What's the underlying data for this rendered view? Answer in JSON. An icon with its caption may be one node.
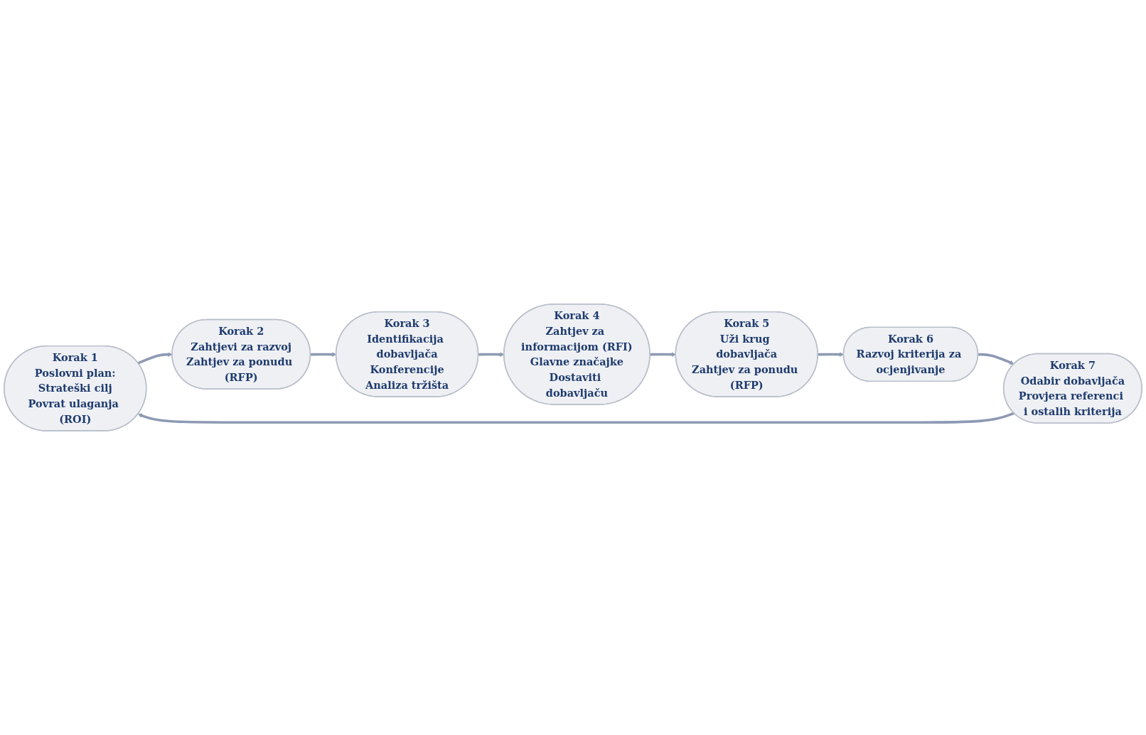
{
  "diagram": {
    "nodes": [
      {
        "text": [
          "Korak 1",
          "Poslovni plan:",
          "Strateški cilj",
          "Povrat ulaganja (ROI)"
        ]
      },
      {
        "text": [
          "Korak 2",
          "Zahtjevi za razvoj",
          "Zahtjev za ponudu (RFP)"
        ]
      },
      {
        "text": [
          "Korak 3",
          "Identifikacija dobavljača",
          "Konferencije",
          "Analiza tržišta"
        ]
      },
      {
        "text": [
          "Korak 4",
          "Zahtjev za informacijom (RFI)",
          "Glavne značajke",
          "Dostaviti dobavljaču"
        ]
      },
      {
        "text": [
          "Korak 5",
          "Uži krug dobavljača",
          "Zahtjev za ponudu (RFP)"
        ]
      },
      {
        "text": [
          "Korak 6",
          "Razvoj kriterija za ocjenjivanje"
        ]
      },
      {
        "text": [
          "Korak 7",
          "Odabir dobavljača",
          "Provjera referenci i ostalih kriterija"
        ]
      }
    ],
    "edges": [
      {
        "from": 0,
        "to": 1,
        "arrow": "to"
      },
      {
        "from": 1,
        "to": 2,
        "arrow": "to"
      },
      {
        "from": 2,
        "to": 3,
        "arrow": "to"
      },
      {
        "from": 3,
        "to": 4,
        "arrow": "to"
      },
      {
        "from": 4,
        "to": 5,
        "arrow": "to"
      },
      {
        "from": 5,
        "to": 6,
        "arrow": "to"
      },
      {
        "from": 6,
        "to": 0,
        "arrow": "to"
      }
    ]
  }
}
